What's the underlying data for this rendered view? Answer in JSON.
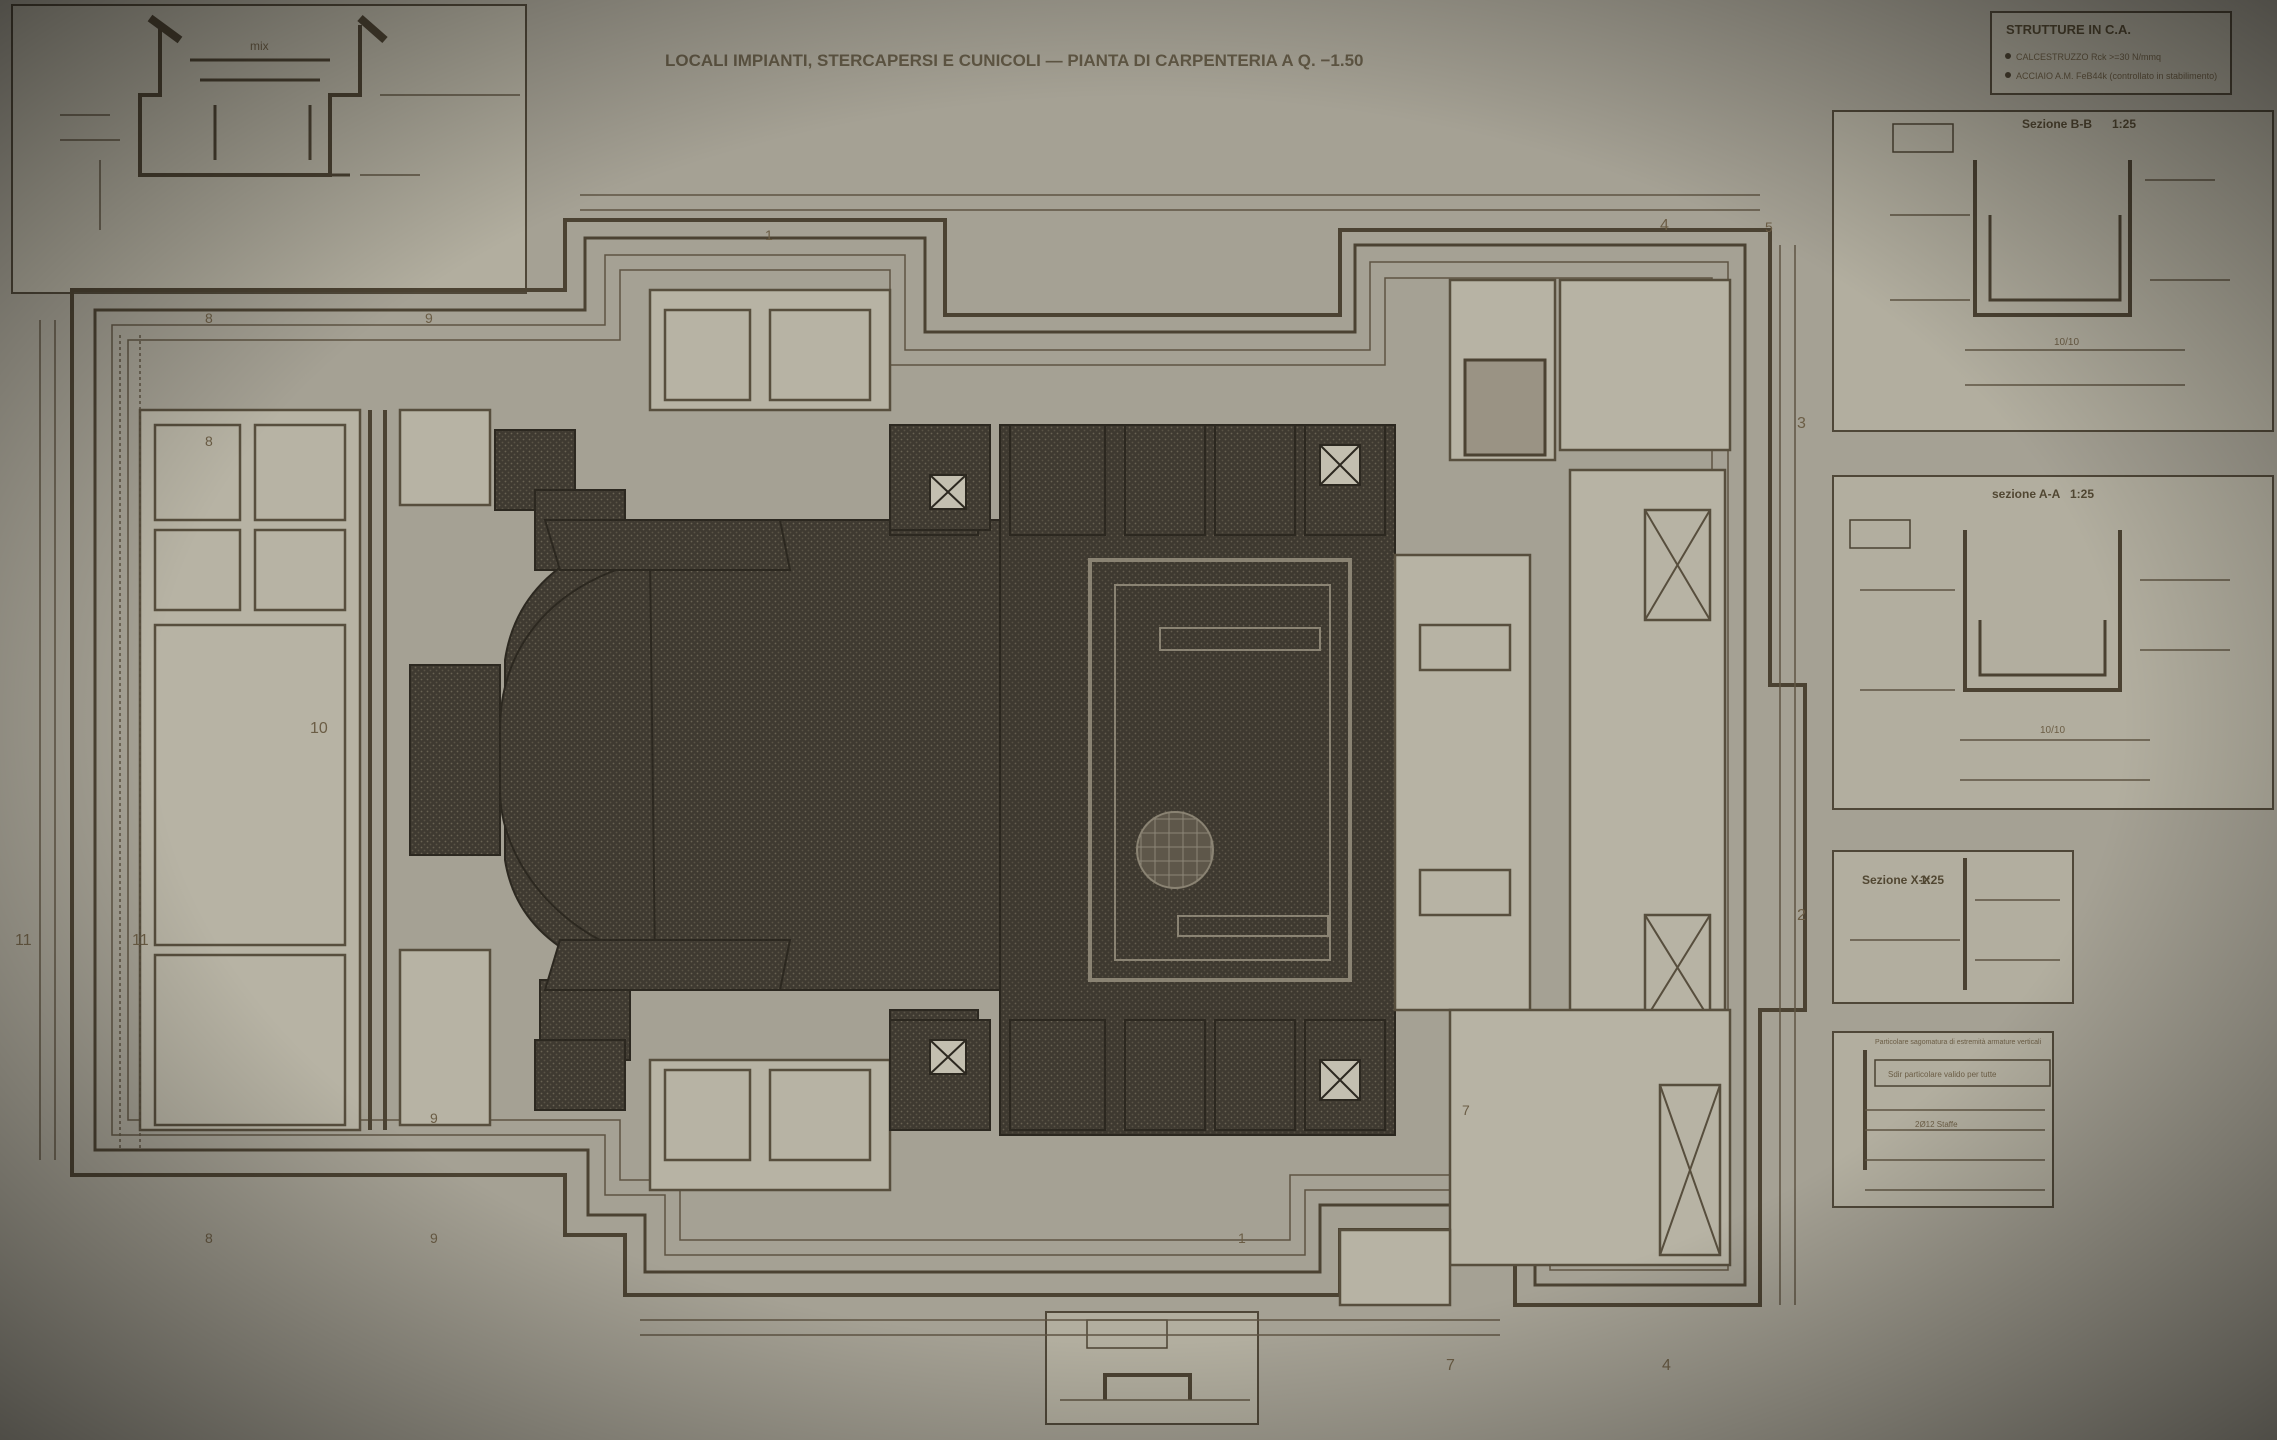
{
  "drawing": {
    "title": "LOCALI IMPIANTI, STERCAPERSI E CUNICOLI — PIANTA DI CARPENTERIA A Q. −1.50",
    "legend": {
      "heading": "STRUTTURE IN C.A.",
      "item1": "CALCESTRUZZO Rck >=30 N/mmq",
      "item2": "ACCIAIO A.M. FeB44k (controllato in stabilimento)"
    },
    "sections": {
      "bb": {
        "title": "Sezione B-B",
        "scale": "1:25"
      },
      "aa": {
        "title": "sezione A-A",
        "scale": "1:25"
      },
      "xx": {
        "title": "Sezione X-X",
        "scale": "1:25"
      }
    },
    "note_box": {
      "title": "Particolare sagomatura di estremità armature verticali",
      "subtitle": "Sdir particolare valido per tutte",
      "callout": "2Ø12 Staffe"
    },
    "axis_markers": {
      "m10": "10",
      "m11_left": "11",
      "m11_inner": "11",
      "m8_top": "8",
      "m9_top": "9",
      "m8_bottom": "8",
      "m9_bottom": "9",
      "m1_top": "1",
      "m1_bottom": "1",
      "m2": "2",
      "m3": "3",
      "m4_top": "4",
      "m4_bottom": "4",
      "m5": "5",
      "m7": "7",
      "m7_bottom": "7",
      "m8_mid": "8",
      "m9_mid": "9"
    }
  },
  "colors": {
    "paper": "#a5a194",
    "ink": "#4b4232",
    "hatch_dark": "#3f3a31",
    "panel": "#b2ae9f"
  }
}
